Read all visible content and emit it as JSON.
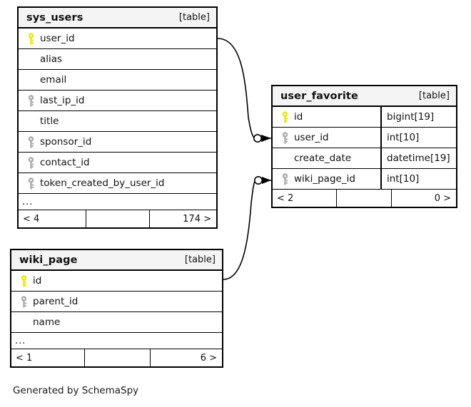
{
  "diagram": {
    "caption": "Generated by SchemaSpy",
    "type_tag": "[table]",
    "ellipsis": "...",
    "colors": {
      "primary_key": "#e8e800",
      "foreign_key": "#aaaaaa",
      "header_bg": "#f4f4f4",
      "border": "#000000",
      "background": "#ffffff"
    }
  },
  "tables": [
    {
      "name": "sys_users",
      "tag": "[table]",
      "columns": [
        {
          "name": "user_id",
          "key": "primary-key-icon"
        },
        {
          "name": "alias",
          "key": "none"
        },
        {
          "name": "email",
          "key": "none"
        },
        {
          "name": "last_ip_id",
          "key": "foreign-key-icon"
        },
        {
          "name": "title",
          "key": "none"
        },
        {
          "name": "sponsor_id",
          "key": "foreign-key-icon"
        },
        {
          "name": "contact_id",
          "key": "foreign-key-icon"
        },
        {
          "name": "token_created_by_user_id",
          "key": "foreign-key-icon"
        }
      ],
      "has_ellipsis": true,
      "footer": {
        "left": "< 4",
        "middle": "",
        "right": "174 >"
      }
    },
    {
      "name": "user_favorite",
      "tag": "[table]",
      "columns": [
        {
          "name": "id",
          "type": "bigint[19]",
          "key": "primary-key-icon"
        },
        {
          "name": "user_id",
          "type": "int[10]",
          "key": "foreign-key-icon"
        },
        {
          "name": "create_date",
          "type": "datetime[19]",
          "key": "none"
        },
        {
          "name": "wiki_page_id",
          "type": "int[10]",
          "key": "foreign-key-icon"
        }
      ],
      "has_ellipsis": false,
      "footer": {
        "left": "< 2",
        "middle": "",
        "right": "0 >"
      }
    },
    {
      "name": "wiki_page",
      "tag": "[table]",
      "columns": [
        {
          "name": "id",
          "key": "primary-key-icon"
        },
        {
          "name": "parent_id",
          "key": "foreign-key-icon"
        },
        {
          "name": "name",
          "key": "none"
        }
      ],
      "has_ellipsis": true,
      "footer": {
        "left": "< 1",
        "middle": "",
        "right": "6 >"
      }
    }
  ],
  "relationships": [
    {
      "from_table": "sys_users",
      "from_column": "user_id",
      "to_table": "user_favorite",
      "to_column": "user_id",
      "notation": "zero-or-more"
    },
    {
      "from_table": "wiki_page",
      "from_column": "id",
      "to_table": "user_favorite",
      "to_column": "wiki_page_id",
      "notation": "zero-or-more"
    }
  ]
}
